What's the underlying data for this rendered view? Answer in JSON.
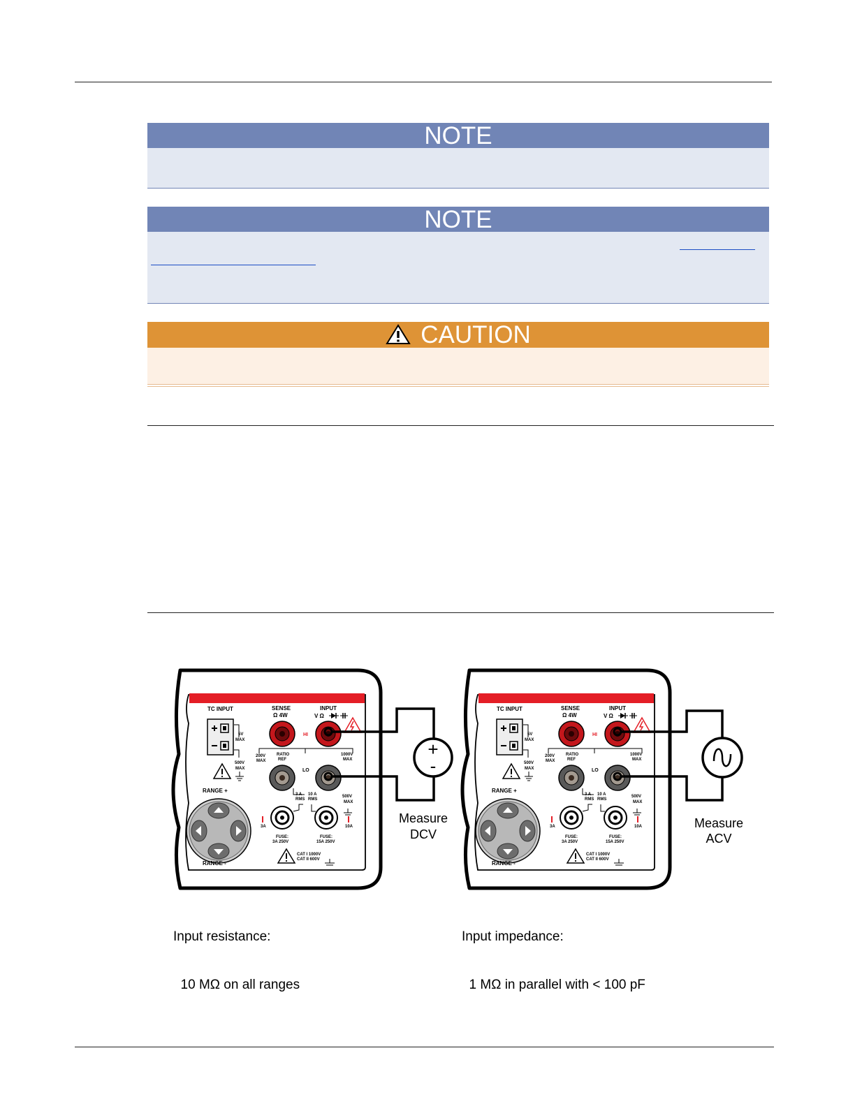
{
  "notes": [
    {
      "title": "NOTE"
    },
    {
      "title": "NOTE"
    }
  ],
  "caution": {
    "title": "CAUTION",
    "icon": "warning-triangle-icon"
  },
  "panel": {
    "tc_input": "TC INPUT",
    "sense": "SENSE",
    "sense_sub": "Ω 4W",
    "input": "INPUT",
    "input_sub": "V Ω",
    "hi": "HI",
    "lo": "LO",
    "v5max_a": "5V",
    "v5max_b": "MAX",
    "v500max_a": "500V",
    "v500max_b": "MAX",
    "v200max_a": "200V",
    "v200max_b": "MAX",
    "ratio_a": "RATIO",
    "ratio_b": "REF",
    "v1000max_a": "1000V",
    "v1000max_b": "MAX",
    "rms3a_a": "3 A",
    "rms3a_b": "RMS",
    "rms10a_a": "10 A",
    "rms10a_b": "RMS",
    "v500max2_a": "500V",
    "v500max2_b": "MAX",
    "range_plus": "RANGE +",
    "range_minus": "RANGE -",
    "i3a": "3A",
    "i10a": "10A",
    "fuse1_a": "FUSE:",
    "fuse1_b": "3A  250V",
    "fuse2_a": "FUSE:",
    "fuse2_b": "15A  250V",
    "cat1": "CAT I  1000V",
    "cat2": "CAT II  600V",
    "accent_color": "#e41e26"
  },
  "figures": [
    {
      "source_plus": "+",
      "source_minus": "-",
      "label_1": "Measure",
      "label_2": "DCV",
      "caption_1": "Input resistance:",
      "caption_2": "  10 MΩ on all ranges"
    },
    {
      "label_1": "Measure",
      "label_2": "ACV",
      "caption_1": "Input impedance:",
      "caption_2": "  1 MΩ in parallel with < 100 pF"
    }
  ]
}
